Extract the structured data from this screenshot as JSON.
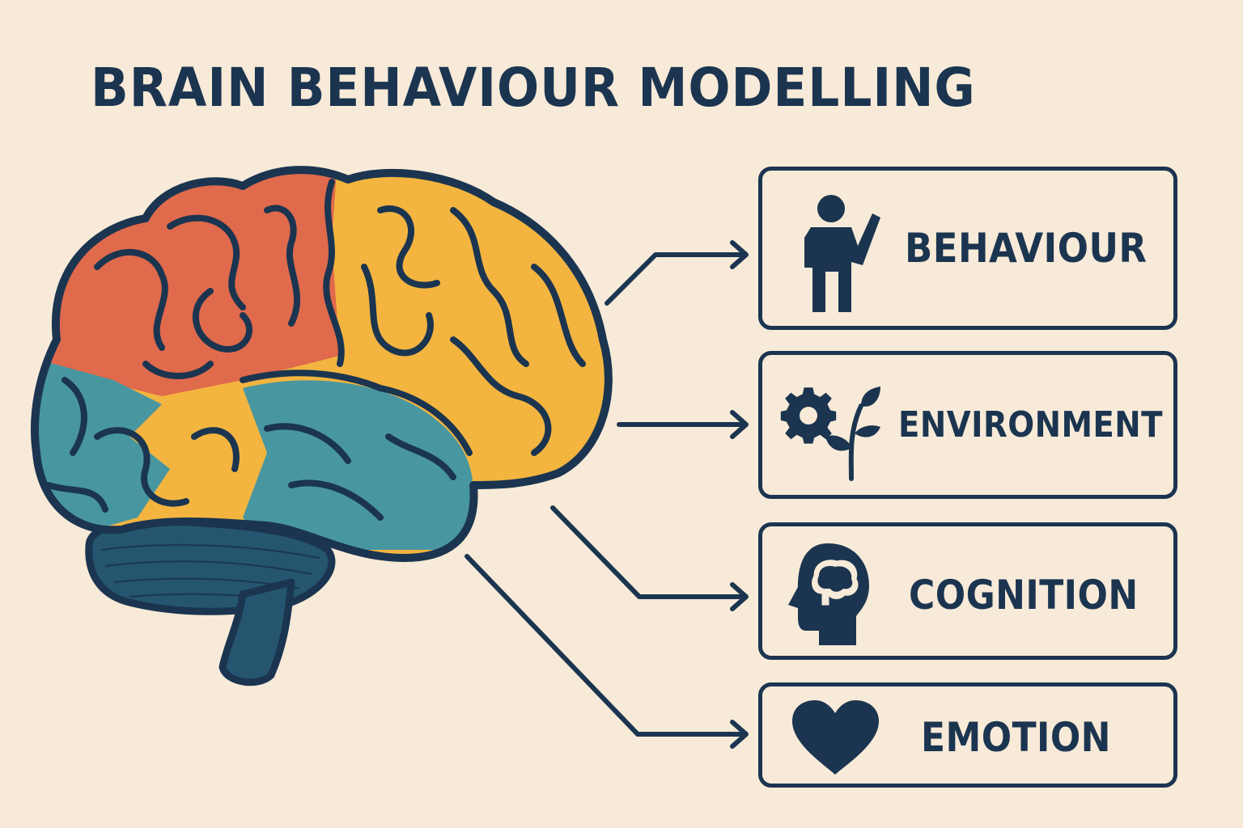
{
  "title": "BRAIN BEHAVIOUR MODELLING",
  "colors": {
    "background": "#f8ead8",
    "outline": "#1b3550",
    "frontal_red": "#e06a4c",
    "parietal_yellow": "#f3b540",
    "temporal_teal": "#4896a0",
    "cerebellum_navy": "#26566f"
  },
  "boxes": [
    {
      "label": "BEHAVIOUR",
      "icon": "person-waving-icon"
    },
    {
      "label": "ENVIRONMENT",
      "icon": "gear-and-plant-icon"
    },
    {
      "label": "COGNITION",
      "icon": "head-with-brain-icon"
    },
    {
      "label": "EMOTION",
      "icon": "heart-icon"
    }
  ]
}
